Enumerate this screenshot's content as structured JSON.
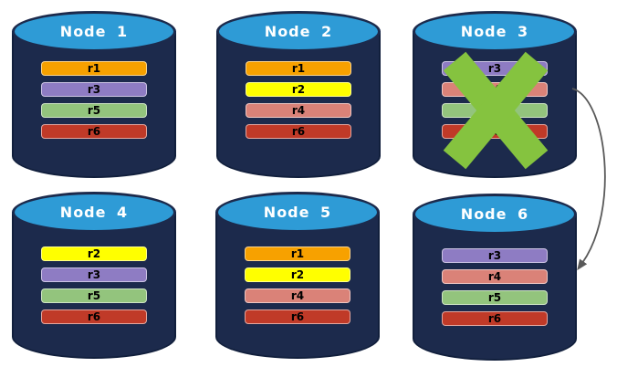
{
  "canvas": {
    "background": "#FFFFFF"
  },
  "colors": {
    "cylinder_body": "#1C2A4C",
    "cylinder_edge": "#111F3C",
    "cylinder_top_fill": "#2E9BD6",
    "node_title": "#FFFFFF",
    "bar_label": "#000000",
    "failure_x": "#85C33F",
    "arrow": "#595959"
  },
  "nodes": [
    {
      "title": "Node 1",
      "failed": false,
      "items": [
        {
          "label": "r1",
          "color": "#F7A100"
        },
        {
          "label": "r3",
          "color": "#8E7CC3"
        },
        {
          "label": "r5",
          "color": "#93C47D"
        },
        {
          "label": "r6",
          "color": "#C03A28"
        }
      ]
    },
    {
      "title": "Node 2",
      "failed": false,
      "items": [
        {
          "label": "r1",
          "color": "#F7A100"
        },
        {
          "label": "r2",
          "color": "#FFFF00"
        },
        {
          "label": "r4",
          "color": "#DA8278"
        },
        {
          "label": "r6",
          "color": "#C03A28"
        }
      ]
    },
    {
      "title": "Node 3",
      "failed": true,
      "items": [
        {
          "label": "r3",
          "color": "#8E7CC3"
        },
        {
          "label": "r4",
          "color": "#DA8278"
        },
        {
          "label": "r5",
          "color": "#93C47D"
        },
        {
          "label": "r6",
          "color": "#C03A28"
        }
      ]
    },
    {
      "title": "Node 4",
      "failed": false,
      "items": [
        {
          "label": "r2",
          "color": "#FFFF00"
        },
        {
          "label": "r3",
          "color": "#8E7CC3"
        },
        {
          "label": "r5",
          "color": "#93C47D"
        },
        {
          "label": "r6",
          "color": "#C03A28"
        }
      ]
    },
    {
      "title": "Node 5",
      "failed": false,
      "items": [
        {
          "label": "r1",
          "color": "#F7A100"
        },
        {
          "label": "r2",
          "color": "#FFFF00"
        },
        {
          "label": "r4",
          "color": "#DA8278"
        },
        {
          "label": "r6",
          "color": "#C03A28"
        }
      ]
    },
    {
      "title": "Node 6",
      "failed": false,
      "items": [
        {
          "label": "r3",
          "color": "#8E7CC3"
        },
        {
          "label": "r4",
          "color": "#DA8278"
        },
        {
          "label": "r5",
          "color": "#93C47D"
        },
        {
          "label": "r6",
          "color": "#C03A28"
        }
      ]
    }
  ],
  "failure_marker": {
    "symbol": "X",
    "node": "Node 3"
  },
  "failover_arrow": {
    "from": "Node 3",
    "to": "Node 6"
  }
}
